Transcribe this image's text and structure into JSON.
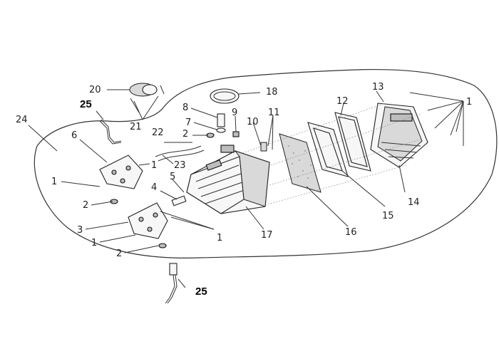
{
  "callouts": {
    "c1": "1",
    "c2": "2",
    "c3": "3",
    "c4": "4",
    "c5": "5",
    "c6": "6",
    "c7": "7",
    "c8": "8",
    "c9": "9",
    "c10": "10",
    "c11": "11",
    "c12": "12",
    "c13": "13",
    "c14": "14",
    "c15": "15",
    "c16": "16",
    "c17": "17",
    "c18": "18",
    "c20": "20",
    "c21": "21",
    "c22": "22",
    "c23": "23",
    "c24": "24",
    "c25": "25"
  }
}
